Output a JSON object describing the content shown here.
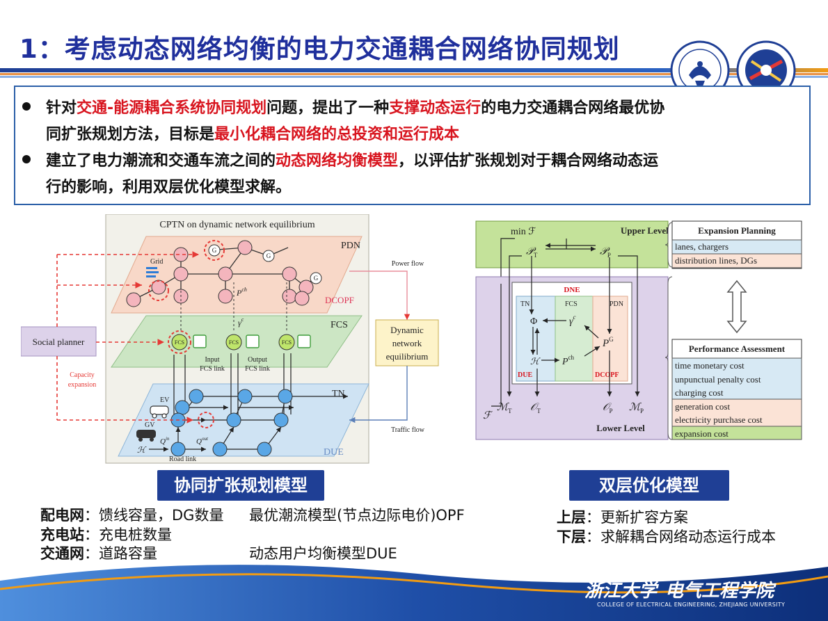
{
  "title": "1：考虑动态网络均衡的电力交通耦合网络协同规划",
  "logos": {
    "left_name": "zhejiang-university-seal-icon",
    "right_name": "electrical-engineering-college-emblem-icon"
  },
  "summary": {
    "bullet1": {
      "p1": "针对",
      "r1": "交通-能源耦合系统协同规划",
      "p2": "问题，提出了一种",
      "r2": "支撑动态运行",
      "p3": "的电力交通耦合网络最优协",
      "p4": "同扩张规划方法，目标是",
      "r3": "最小化耦合网络的总投资和运行成本"
    },
    "bullet2": {
      "p1": "建立了电力潮流和交通车流之间的",
      "r1": "动态网络均衡模型",
      "p2": "，以评估扩张规划对于耦合网络动态运",
      "p3": "行的影响，利用双层优化模型求解。"
    }
  },
  "fig_left": {
    "heading": "CPTN on dynamic network equilibrium",
    "pdn": "PDN",
    "grid": "Grid",
    "pch": "P",
    "pch_sup": "ch",
    "dcopf": "DCOPF",
    "fcs_layer": "FCS",
    "gamma": "γ",
    "gamma_sup": "c",
    "fcs_node": "FCS",
    "input_link_1": "Input",
    "input_link_2": "FCS link",
    "output_link_1": "Output",
    "output_link_2": "FCS link",
    "tn": "TN",
    "ev": "EV",
    "gv": "GV",
    "h": "ℋ",
    "qin": "Q",
    "qin_sup": "in",
    "qout": "Q",
    "qout_sup": "out",
    "road_link": "Road link",
    "due": "DUE",
    "social_planner": "Social planner",
    "capacity_1": "Capacity",
    "capacity_2": "expansion",
    "power_flow": "Power flow",
    "dne_1": "Dynamic",
    "dne_2": "network",
    "dne_3": "equilibrium",
    "traffic_flow": "Traffic flow",
    "g": "G"
  },
  "fig_right": {
    "min_f": "min ℱ",
    "upper_level": "Upper Level",
    "pt": "𝒫",
    "pt_sub": "T",
    "pp": "𝒫",
    "pp_sub": "P",
    "dne": "DNE",
    "tn": "TN",
    "fcs": "FCS",
    "pdn": "PDN",
    "phi": "Φ",
    "gamma": "γ",
    "gamma_sup": "c",
    "pg": "P",
    "pg_sup": "G",
    "h": "ℋ",
    "pch": "P",
    "pch_sup": "ch",
    "due": "DUE",
    "dcopf": "DCOPF",
    "mt": "ℳ",
    "mt_sub": "T",
    "ot": "𝒪",
    "ot_sub": "T",
    "op": "𝒪",
    "op_sub": "P",
    "mp": "ℳ",
    "mp_sub": "P",
    "f": "ℱ",
    "lower_level": "Lower Level",
    "expansion_planning": "Expansion Planning",
    "lanes_chargers": "lanes, chargers",
    "distribution_lines": "distribution lines, DGs",
    "performance_assessment": "Performance Assessment",
    "cost_time": "time monetary cost",
    "cost_unpunctual": "unpunctual penalty cost",
    "cost_charging": "charging cost",
    "cost_generation": "generation cost",
    "cost_electricity": "electricity purchase cost",
    "cost_expansion": "expansion cost"
  },
  "captions": {
    "left": "协同扩张规划模型",
    "right": "双层优化模型"
  },
  "info_left": {
    "row1_label": "配电网",
    "row1_text": "：馈线容量，DG数量",
    "row1_red": "最优潮流模型(节点边际电价)OPF",
    "row2_label": "充电站",
    "row2_text": "：充电桩数量",
    "row3_label": "交通网",
    "row3_text": "：道路容量",
    "row3_red": "动态用户均衡模型DUE"
  },
  "info_right": {
    "row1_label": "上层",
    "row1_text": "：更新扩容方案",
    "row2_label": "下层",
    "row2_text": "：求解耦合网络动态运行成本"
  },
  "footer": {
    "cn_calligraphy": "浙江大学",
    "cn_school": "电气工程学院",
    "en": "COLLEGE OF ELECTRICAL ENGINEERING, ZHEJIANG UNIVERSITY"
  },
  "colors": {
    "title_blue": "#1f2f9c",
    "accent_red": "#d8141e",
    "caption_blue": "#1f3f95",
    "upper_green": "#c4e29a",
    "lower_purple": "#ddd2ea",
    "tn_blue": "#d7e9f4",
    "fcs_green": "#d6ecd2",
    "pdn_peach": "#fbe3d6"
  }
}
